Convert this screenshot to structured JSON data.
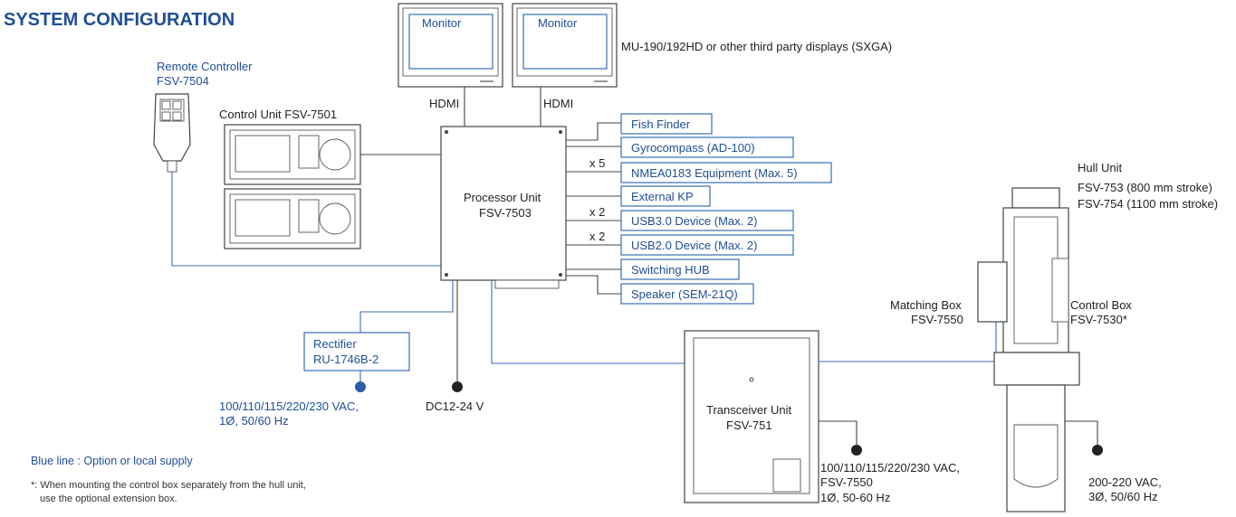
{
  "title": "SYSTEM CONFIGURATION",
  "monitors": {
    "left_label": "Monitor",
    "right_label": "Monitor",
    "note": "MU-190/192HD or other third party displays (SXGA)",
    "hdmi_left": "HDMI",
    "hdmi_right": "HDMI"
  },
  "remote": {
    "line1": "Remote Controller",
    "line2": "FSV-7504"
  },
  "control_unit": {
    "label": "Control Unit FSV-7501"
  },
  "processor": {
    "line1": "Processor Unit",
    "line2": "FSV-7503"
  },
  "peripherals": [
    {
      "label": "Fish Finder",
      "mult": ""
    },
    {
      "label": "Gyrocompass (AD-100)",
      "mult": ""
    },
    {
      "label": "NMEA0183 Equipment (Max. 5)",
      "mult": "x 5"
    },
    {
      "label": "External KP",
      "mult": ""
    },
    {
      "label": "USB3.0 Device (Max. 2)",
      "mult": "x 2"
    },
    {
      "label": "USB2.0 Device (Max. 2)",
      "mult": "x 2"
    },
    {
      "label": "Switching HUB",
      "mult": ""
    },
    {
      "label": "Speaker (SEM-21Q)",
      "mult": ""
    }
  ],
  "rectifier": {
    "line1": "Rectifier",
    "line2": "RU-1746B-2"
  },
  "ac_supply_left": {
    "line1": "100/110/115/220/230 VAC,",
    "line2": "1Ø, 50/60 Hz"
  },
  "dc_supply": "DC12-24 V",
  "transceiver": {
    "line1": "Transceiver Unit",
    "line2": "FSV-751"
  },
  "transceiver_supply": {
    "line1": "100/110/115/220/230 VAC,",
    "line2": "FSV-7550",
    "line3": "1Ø, 50-60 Hz"
  },
  "hull_unit": {
    "line1": "Hull Unit",
    "line2": "FSV-753 (800 mm stroke)",
    "line3": "FSV-754 (1100 mm stroke)"
  },
  "matching_box": {
    "line1": "Matching Box",
    "line2": "FSV-7550"
  },
  "control_box": {
    "line1": "Control Box",
    "line2": "FSV-7530*"
  },
  "hull_supply": {
    "line1": "200-220 VAC,",
    "line2": "3Ø, 50/60 Hz"
  },
  "legend": {
    "blue_line": "Blue line : Option or local supply",
    "footnote_1": "*: When mounting the control box separately from the hull unit,",
    "footnote_2": "use the optional extension box."
  },
  "colors": {
    "blue": "#1f4e96",
    "line_blue": "#3a6db5",
    "dot_blue": "#2a5da8",
    "dark": "#222222"
  }
}
